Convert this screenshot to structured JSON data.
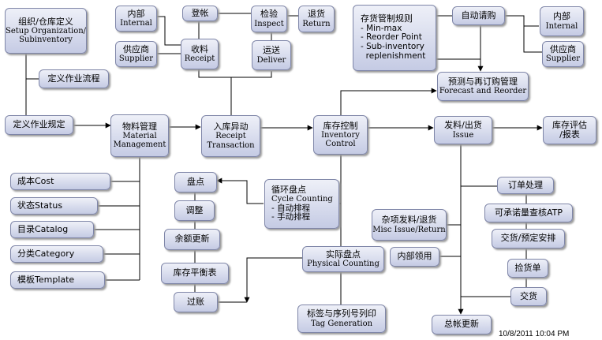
{
  "nodes": {
    "setup_org": {
      "zh": "组织/仓库定义",
      "en1": "Setup Organization/",
      "en2": "Subinventory"
    },
    "define_flow": {
      "zh": "定义作业流程"
    },
    "define_rules": {
      "zh": "定义作业规定"
    },
    "internal_left": {
      "zh": "内部",
      "en": "Internal"
    },
    "supplier_left": {
      "zh": "供应商",
      "en": "Supplier"
    },
    "post": {
      "zh": "登帐"
    },
    "receipt": {
      "zh": "收料",
      "en": "Receipt"
    },
    "inspect": {
      "zh": "检验",
      "en": "Inspect"
    },
    "return": {
      "zh": "退货",
      "en": "Return"
    },
    "deliver": {
      "zh": "运送",
      "en": "Deliver"
    },
    "stock_rules": {
      "zh": "存货管制规则",
      "items": [
        "- Min-max",
        "- Reorder Point",
        "- Sub-inventory",
        "  replenishment"
      ]
    },
    "auto_requisition": {
      "zh": "自动请购"
    },
    "internal_right": {
      "zh": "内部",
      "en": "Internal"
    },
    "supplier_right": {
      "zh": "供应商",
      "en": "Supplier"
    },
    "forecast": {
      "zh": "预测与再订购管理",
      "en": "Forecast and Reorder"
    },
    "material_mgmt": {
      "zh": "物料管理",
      "en1": "Material",
      "en2": "Management"
    },
    "receipt_trans": {
      "zh": "入库异动",
      "en1": "Receipt",
      "en2": "Transaction"
    },
    "inventory_ctrl": {
      "zh": "库存控制",
      "en1": "Inventory",
      "en2": "Control"
    },
    "issue": {
      "zh": "发料/出货",
      "en": "Issue"
    },
    "inv_eval": {
      "zh": "库存评估",
      "zh2": "/报表"
    },
    "cost": {
      "label": "成本Cost"
    },
    "status": {
      "label": "状态Status"
    },
    "catalog": {
      "label": "目录Catalog"
    },
    "category": {
      "label": "分类Category"
    },
    "template": {
      "label": "模板Template"
    },
    "count": {
      "zh": "盘点"
    },
    "adjust": {
      "zh": "调整"
    },
    "balance_update": {
      "zh": "余额更新"
    },
    "inv_balance": {
      "zh": "库存平衡表"
    },
    "transfer": {
      "zh": "过账"
    },
    "cycle_count": {
      "zh": "循环盘点",
      "en": "Cycle Counting",
      "items": [
        "- 自动排程",
        "- 手动排程"
      ]
    },
    "physical_count": {
      "zh": "实际盘点",
      "en": "Physical Counting"
    },
    "tag_gen": {
      "zh": "标签与序列号列印",
      "en": "Tag Generation"
    },
    "misc_issue": {
      "zh": "杂项发料/退货",
      "en": "Misc Issue/Return"
    },
    "internal_use": {
      "zh": "内部领用"
    },
    "order_process": {
      "zh": "订单处理"
    },
    "atp": {
      "zh": "可承诺量查核ATP"
    },
    "delivery_sched": {
      "zh": "交货/预定安排"
    },
    "pick_slip": {
      "zh": "捡货单"
    },
    "delivery": {
      "zh": "交货"
    },
    "gl_update": {
      "zh": "总帐更新"
    }
  },
  "timestamp": "10/8/2011 10:04 PM",
  "colors": {
    "node_fill_top": "#eef0f8",
    "node_fill_bottom": "#c5cbe4",
    "node_border": "#7f86a8",
    "line": "#000000"
  }
}
